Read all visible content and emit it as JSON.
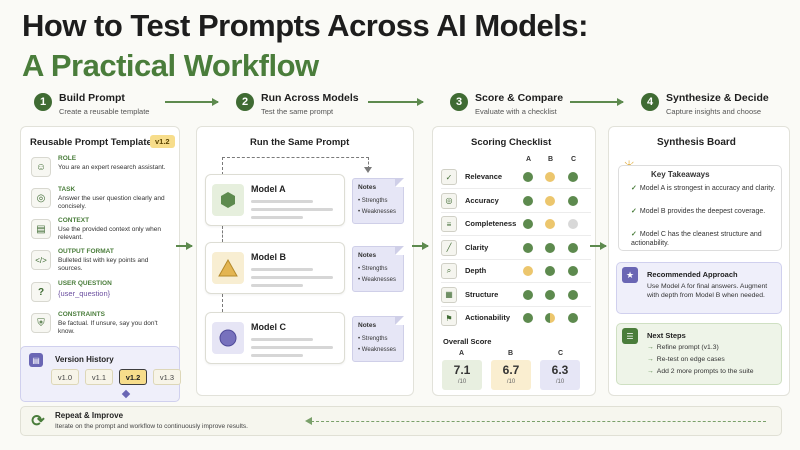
{
  "title_line1": "How to Test Prompts Across AI Models:",
  "title_line2": "A Practical Workflow",
  "steps": [
    {
      "num": "1",
      "title": "Build Prompt",
      "sub": "Create a reusable template"
    },
    {
      "num": "2",
      "title": "Run Across Models",
      "sub": "Test the same prompt"
    },
    {
      "num": "3",
      "title": "Score & Compare",
      "sub": "Evaluate with a checklist"
    },
    {
      "num": "4",
      "title": "Synthesize & Decide",
      "sub": "Capture insights and choose"
    }
  ],
  "template_panel": {
    "title": "Reusable Prompt Template",
    "version_badge": "v1.2",
    "rows": [
      {
        "icon": "person-icon",
        "label": "ROLE",
        "text": "You are an expert research assistant."
      },
      {
        "icon": "target-icon",
        "label": "TASK",
        "text": "Answer the user question clearly and concisely."
      },
      {
        "icon": "document-icon",
        "label": "CONTEXT",
        "text": "Use the provided context only when relevant."
      },
      {
        "icon": "code-icon",
        "label": "OUTPUT FORMAT",
        "text": "Bulleted list with key points and sources."
      },
      {
        "icon": "question-icon",
        "label": "USER QUESTION",
        "text": "{user_question}"
      },
      {
        "icon": "shield-icon",
        "label": "CONSTRAINTS",
        "text": "Be factual. If unsure, say you don't know."
      }
    ],
    "version_history": {
      "title": "Version History",
      "versions": [
        "v1.0",
        "v1.1",
        "v1.2",
        "v1.3"
      ],
      "active": "v1.2"
    }
  },
  "run_panel": {
    "title": "Run the Same Prompt",
    "models": [
      {
        "name": "Model A",
        "icon": "hexagon-icon",
        "color": "#5d8a4e",
        "bg": "#e6efdd"
      },
      {
        "name": "Model B",
        "icon": "triangle-icon",
        "color": "#e3b552",
        "bg": "#f8eed2"
      },
      {
        "name": "Model C",
        "icon": "circle-icon",
        "color": "#7771bd",
        "bg": "#e6e5f5"
      }
    ],
    "notes": {
      "title": "Notes",
      "items": [
        "Strengths",
        "Weaknesses"
      ]
    }
  },
  "scoring_panel": {
    "title": "Scoring Checklist",
    "columns": [
      "A",
      "B",
      "C"
    ],
    "criteria": [
      {
        "icon": "check-circle-icon",
        "label": "Relevance",
        "scores": [
          "green",
          "yellow",
          "green"
        ]
      },
      {
        "icon": "target-icon",
        "label": "Accuracy",
        "scores": [
          "green",
          "yellow",
          "green"
        ]
      },
      {
        "icon": "list-icon",
        "label": "Completeness",
        "scores": [
          "green",
          "yellow",
          "gray"
        ]
      },
      {
        "icon": "chart-icon",
        "label": "Clarity",
        "scores": [
          "green",
          "green",
          "green"
        ]
      },
      {
        "icon": "search-icon",
        "label": "Depth",
        "scores": [
          "yellow",
          "green",
          "green"
        ]
      },
      {
        "icon": "structure-icon",
        "label": "Structure",
        "scores": [
          "green",
          "green",
          "green"
        ]
      },
      {
        "icon": "flag-icon",
        "label": "Actionability",
        "scores": [
          "green",
          "half",
          "green"
        ]
      }
    ],
    "overall": {
      "label": "Overall Score",
      "items": [
        {
          "model": "A",
          "score": "7.1",
          "denom": "/10",
          "bg": "#e8efe0"
        },
        {
          "model": "B",
          "score": "6.7",
          "denom": "/10",
          "bg": "#faeed0"
        },
        {
          "model": "C",
          "score": "6.3",
          "denom": "/10",
          "bg": "#e6e6f6"
        }
      ]
    },
    "colors": {
      "green": "#5d8a4e",
      "yellow": "#ecc66d",
      "gray": "#d8d8d8"
    }
  },
  "synthesis_panel": {
    "title": "Synthesis Board",
    "key_takeaways": {
      "title": "Key Takeaways",
      "items": [
        "Model A is strongest in accuracy and clarity.",
        "Model B provides the deepest coverage.",
        "Model C has the cleanest structure and actionability."
      ]
    },
    "recommended": {
      "title": "Recommended Approach",
      "text": "Use Model A for final answers. Augment with depth from Model B when needed."
    },
    "next_steps": {
      "title": "Next Steps",
      "items": [
        "Refine prompt (v1.3)",
        "Re-test on edge cases",
        "Add 2 more prompts to the suite"
      ]
    }
  },
  "repeat": {
    "title": "Repeat & Improve",
    "sub": "Iterate on the prompt and workflow to continuously improve results."
  }
}
